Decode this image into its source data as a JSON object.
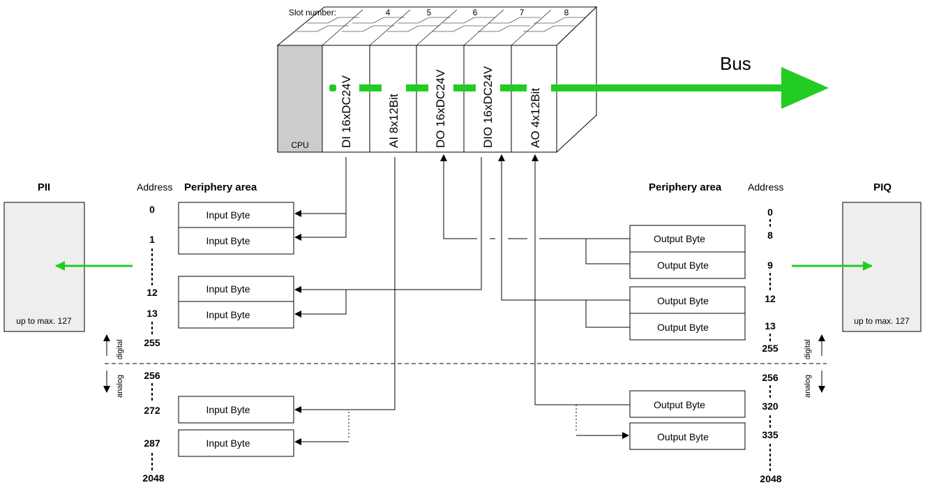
{
  "slot_header": {
    "label": "Slot number:",
    "numbers": [
      "4",
      "5",
      "6",
      "7",
      "8"
    ]
  },
  "cpu_label": "CPU",
  "modules": [
    "DI 16xDC24V",
    "AI 8x12Bit",
    "DO 16xDC24V",
    "DIO 16xDC24V",
    "AO 4x12Bit"
  ],
  "bus_label": "Bus",
  "left": {
    "title": "PII",
    "address_label": "Address",
    "periphery_label": "Periphery area",
    "box_caption": "up to max. 127",
    "addresses": [
      "0",
      "1",
      "12",
      "13",
      "255",
      "256",
      "272",
      "287",
      "2048"
    ],
    "bytes": [
      "Input Byte",
      "Input Byte",
      "Input Byte",
      "Input Byte",
      "Input Byte",
      "Input Byte"
    ]
  },
  "right": {
    "title": "PIQ",
    "address_label": "Address",
    "periphery_label": "Periphery area",
    "box_caption": "up to max. 127",
    "addresses": [
      "0",
      "8",
      "9",
      "12",
      "13",
      "255",
      "256",
      "320",
      "335",
      "2048"
    ],
    "bytes": [
      "Output Byte",
      "Output Byte",
      "Output Byte",
      "Output Byte",
      "Output Byte",
      "Output Byte"
    ]
  },
  "divider": {
    "top": "digital",
    "bottom": "analog"
  },
  "colors": {
    "bus": "#22cc22",
    "frame": "#000000",
    "panel": "#eeeeee",
    "cpu": "#cccccc"
  }
}
